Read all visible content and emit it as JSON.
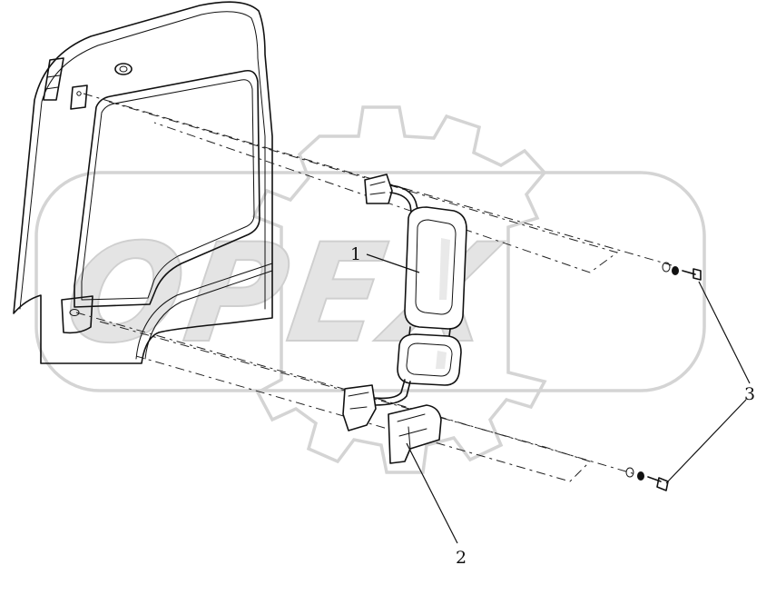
{
  "watermark": {
    "text": "OPEX"
  },
  "callouts": [
    {
      "id": "1",
      "label": "1"
    },
    {
      "id": "2",
      "label": "2"
    },
    {
      "id": "3",
      "label": "3"
    }
  ]
}
